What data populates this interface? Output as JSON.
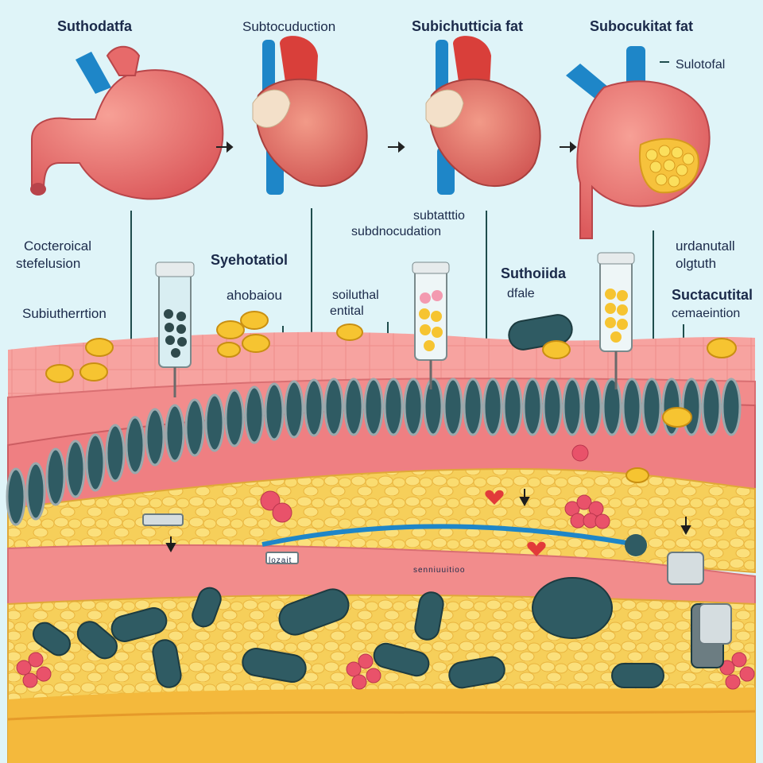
{
  "top_labels": [
    "Suthodatfa",
    "Subtocuduction",
    "Subichutticia fat",
    "Subocukitat fat"
  ],
  "side_labels": {
    "sulotofal": "Sulotofal",
    "subtatttio": "subtatttio",
    "subdnocudation": "subdnocudation",
    "cocteroical": "Cocteroical",
    "stefelusion": "stefelusion",
    "subiutherrtion": "Subiutherrtion",
    "syehotatiol": "Syehotatiol",
    "ahobaiou": "ahobaiou",
    "soiluthal": "soiluthal",
    "entital": "entital",
    "suthoiida": "Suthoiida",
    "dfale": "dfale",
    "urdanutall": "urdanutall",
    "olgtuth": "olgtuth",
    "suctacutital": "Suctacutital",
    "cemaeintion": "cemaeintion"
  },
  "small_labels": {
    "lizbit": "lozait",
    "layer_band": "senniuuitioo"
  },
  "colors": {
    "background": "#dff4f8",
    "organ": "#ee6f6c",
    "vessel_blue": "#1e86c8",
    "vessel_red": "#d93f3a",
    "fat": "#f6cf5a",
    "skin": "#f28c8c",
    "capsule": "#2f5b63",
    "text": "#1b2a4a"
  }
}
